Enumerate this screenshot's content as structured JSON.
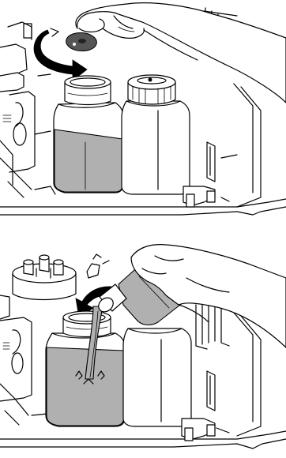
{
  "figure": {
    "panels": [
      {
        "id": "remove-cap",
        "arrow": "counterclockwise",
        "bottle_fill": "partial"
      },
      {
        "id": "pour-liquid",
        "arrow": "downward-curved",
        "bottle_fill": "filling"
      }
    ],
    "colors": {
      "line": "#000000",
      "liquid": "#b0b0b0",
      "arrow": "#000000",
      "background": "#ffffff"
    },
    "icons": [
      "hand-icon",
      "rotate-arrow-icon",
      "pour-arrow-icon",
      "bottle-cap-icon",
      "pour-bottle-icon"
    ]
  }
}
